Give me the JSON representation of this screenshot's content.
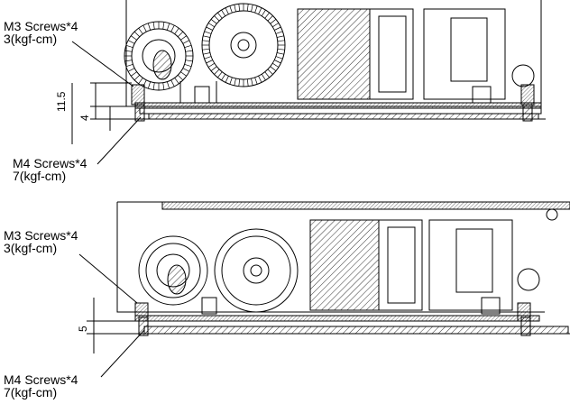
{
  "views": [
    {
      "top_callout": {
        "line1": "M3 Screws*4",
        "line2": "3(kgf-cm)"
      },
      "bottom_callout": {
        "line1": "M4 Screws*4",
        "line2": "7(kgf-cm)"
      },
      "dimensions": [
        "11.5",
        "4"
      ]
    },
    {
      "top_callout": {
        "line1": "M3 Screws*4",
        "line2": "3(kgf-cm)"
      },
      "bottom_callout": {
        "line1": "M4 Screws*4",
        "line2": "7(kgf-cm)"
      },
      "dimensions": [
        "5"
      ]
    }
  ]
}
